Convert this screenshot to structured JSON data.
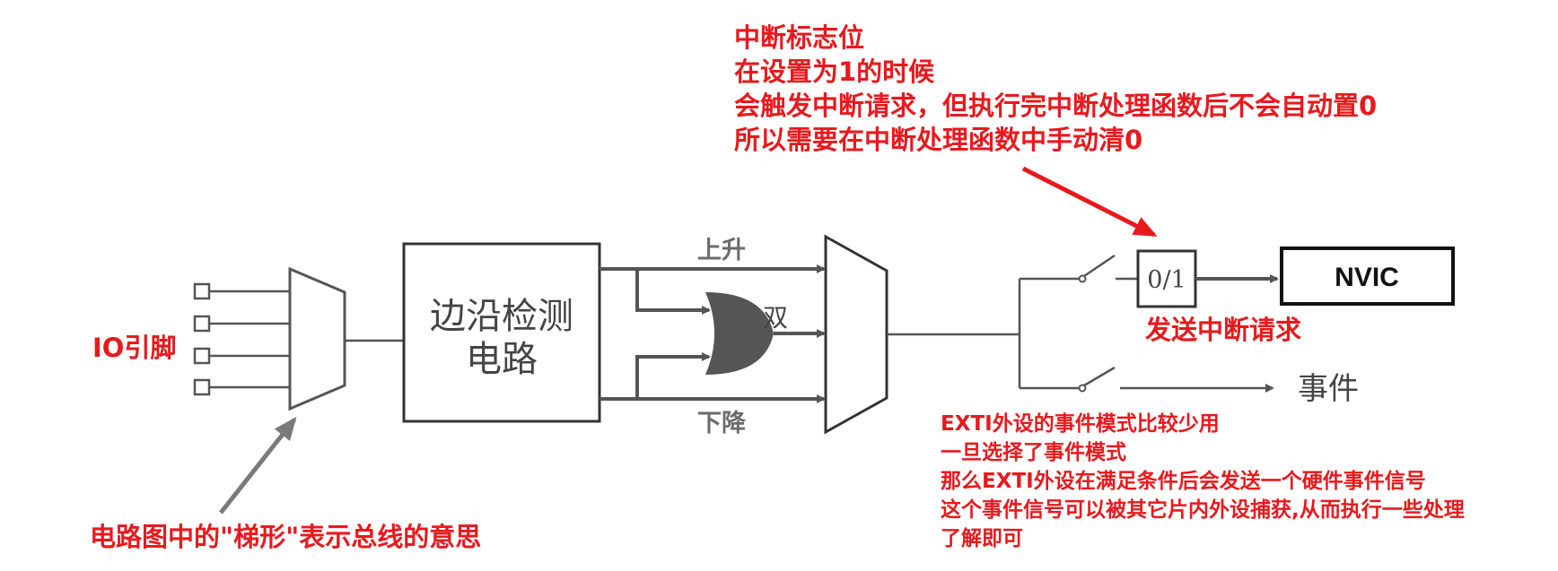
{
  "colors": {
    "annotation": "#e8191d",
    "wire": "#555555",
    "gray_label": "#6b6b6b",
    "arrow_gray": "#7a7a7a"
  },
  "labels": {
    "io_pin": "IO引脚",
    "edge_detect_line1": "边沿检测",
    "edge_detect_line2": "电路",
    "rising": "上升",
    "double": "双",
    "falling": "下降",
    "flag": "0/1",
    "nvic": "NVIC",
    "event": "事件",
    "send_irq": "发送中断请求"
  },
  "annotations": {
    "flag_note": [
      "中断标志位",
      "在设置为1的时候",
      "会触发中断请求，但执行完中断处理函数后不会自动置0",
      "所以需要在中断处理函数中手动清0"
    ],
    "event_note": [
      "EXTI外设的事件模式比较少用",
      "一旦选择了事件模式",
      "那么EXTI外设在满足条件后会发送一个硬件事件信号",
      "这个事件信号可以被其它片内外设捕获,从而执行一些处理",
      "了解即可"
    ],
    "bus_note": "电路图中的\"梯形\"表示总线的意思"
  }
}
